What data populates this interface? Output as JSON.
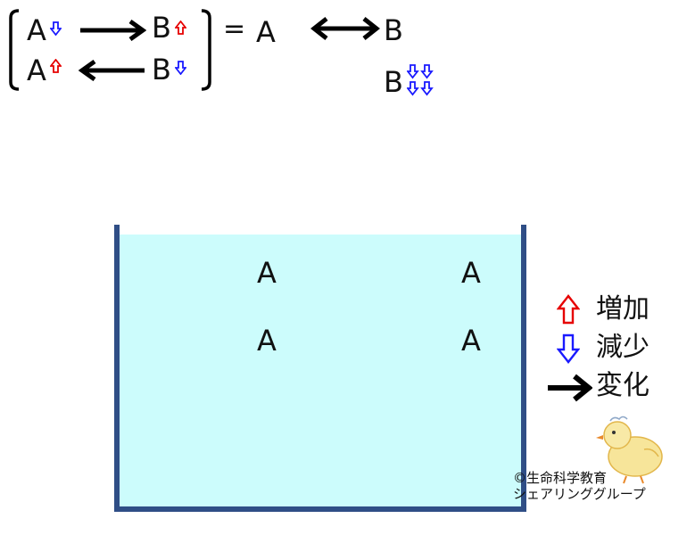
{
  "equation": {
    "row1": {
      "left": "A",
      "right": "B"
    },
    "row2": {
      "left": "A",
      "right": "B"
    },
    "equals": "=",
    "result_left": "A",
    "result_right": "B",
    "result_below": "B"
  },
  "tank": {
    "molecules": [
      "A",
      "A",
      "A",
      "A"
    ]
  },
  "legend": {
    "increase": "増加",
    "decrease": "減少",
    "change": "変化"
  },
  "credit": {
    "line1": "©生命科学教育",
    "line2": "シェアリンググループ"
  },
  "colors": {
    "increase": "#e60000",
    "decrease": "#1a1aff",
    "arrow": "#000000",
    "container": "#2f4e86",
    "water": "#ccfcfc"
  }
}
